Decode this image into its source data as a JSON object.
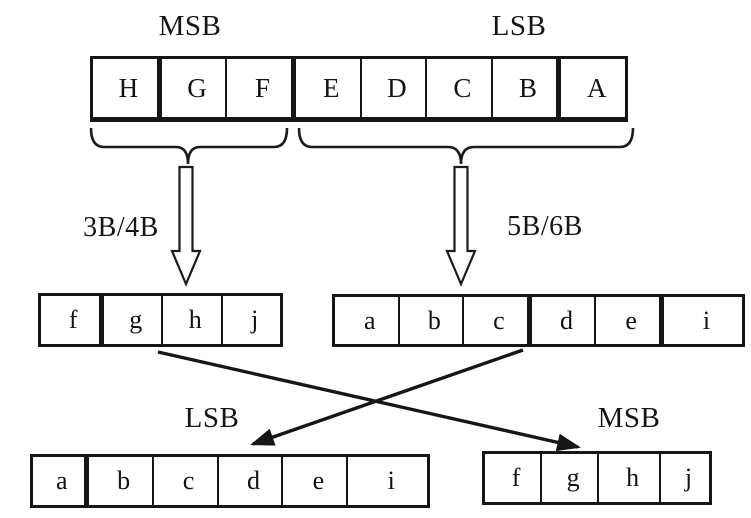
{
  "top_section": {
    "msb_label": "MSB",
    "lsb_label": "LSB",
    "byte_cells": [
      "H",
      "G",
      "F",
      "E",
      "D",
      "C",
      "B",
      "A"
    ]
  },
  "encoders": {
    "left_arrow_label": "3B/4B",
    "right_arrow_label": "5B/6B"
  },
  "encoded_groups": {
    "four_bit_cells": [
      "f",
      "g",
      "h",
      "j"
    ],
    "six_bit_cells": [
      "a",
      "b",
      "c",
      "d",
      "e",
      "i"
    ]
  },
  "output_section": {
    "lsb_label": "LSB",
    "msb_label": "MSB",
    "lsb_cells": [
      "a",
      "b",
      "c",
      "d",
      "e",
      "i"
    ],
    "msb_cells": [
      "f",
      "g",
      "h",
      "j"
    ]
  },
  "colors": {
    "ink": "#161616",
    "background": "#ffffff"
  }
}
